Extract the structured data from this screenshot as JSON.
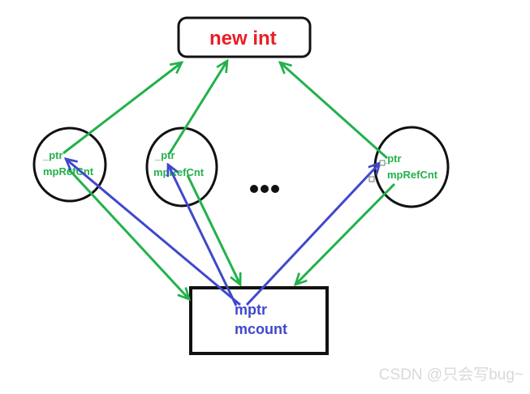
{
  "diagram": {
    "heap_box": {
      "label": "new int"
    },
    "pointer_nodes": [
      {
        "ptr": "_ptr",
        "refcnt": "mpRefCnt"
      },
      {
        "ptr": "_ptr",
        "refcnt": "mpRefCnt"
      },
      {
        "ptr": "_ptr",
        "refcnt": "mpRefCnt"
      }
    ],
    "control_block": {
      "ptr": "mptr",
      "count": "mcount"
    },
    "ellipsis": "...",
    "watermark": "CSDN @只会写bug~"
  },
  "colors": {
    "arrow_green": "#22b14c",
    "arrow_blue": "#3f48cc",
    "heap_text_red": "#ed1c24",
    "outline_black": "#111111",
    "watermark_gray": "#d9d9d9"
  }
}
